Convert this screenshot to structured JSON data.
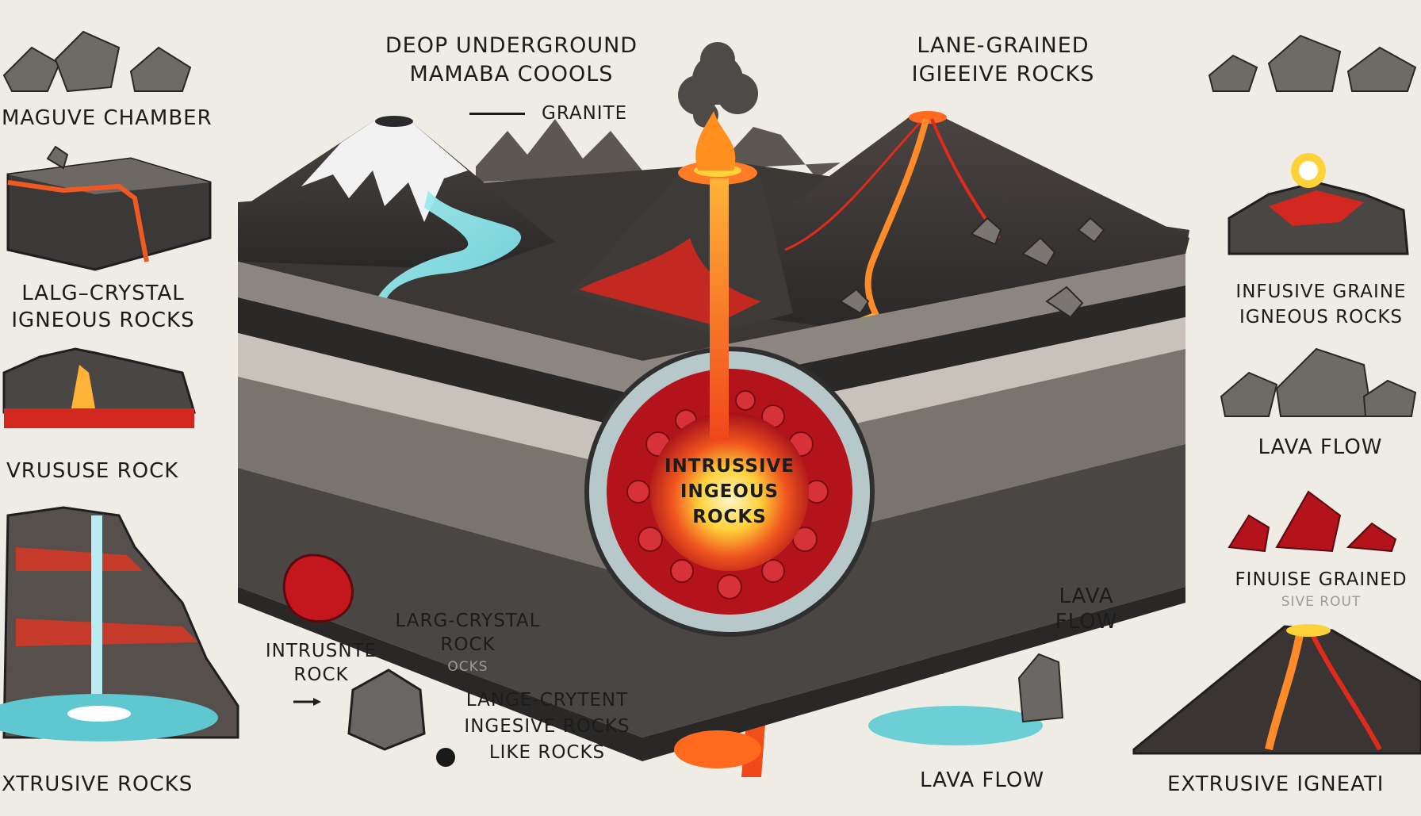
{
  "labels": {
    "top_center_1": "DEOP UNDERGROUND",
    "top_center_2": "MAMABA COOOLS",
    "granite": "GRANITE",
    "top_right_1": "LANE-GRAINED",
    "top_right_2": "IGIEEIVE ROCKS",
    "left_chamber": "MAGUVE CHAMBER",
    "left_large_1": "LALG–CRYSTAL",
    "left_large_2": "IGNEOUS ROCKS",
    "left_vrusube": "VRUSUSE ROCK",
    "left_extrusive": "XTRUSIVE ROCKS",
    "center_core_1": "INTRUSSIVE",
    "center_core_2": "INGEOUS",
    "center_core_3": "ROCKS",
    "bottom_intrusnte_1": "INTRUSNTE",
    "bottom_intrusnte_2": "ROCK",
    "bottom_larg_1": "LARG-CRYSTAL",
    "bottom_larg_2": "ROCK",
    "bottom_larg_3": "OCKS",
    "bottom_large_1": "LANGE-CRYTENT",
    "bottom_large_2": "INGESIVE ROCKS",
    "bottom_large_3": "LIKE ROCKS",
    "lava_flow_mid_1": "LAVA",
    "lava_flow_mid_2": "FLOW",
    "lava_flow_bottom": "LAVA FLOW",
    "right_infusive_1": "INFUSIVE GRAINE",
    "right_infusive_2": "IGNEOUS ROCKS",
    "right_lava_flow": "LAVA FLOW",
    "right_finuise_1": "FINUISE GRAINED",
    "right_finuise_2": "SIVE ROUT",
    "right_extrusive": "EXTRUSIVE IGNEATI"
  },
  "colors": {
    "background": "#efece6",
    "lava": "#f0561e",
    "lava_glow": "#ffd23a",
    "rock_dark": "#2f2f2f",
    "rock_mid": "#6e6a66",
    "water": "#7ee0e6",
    "magma_red": "#b3131b"
  }
}
